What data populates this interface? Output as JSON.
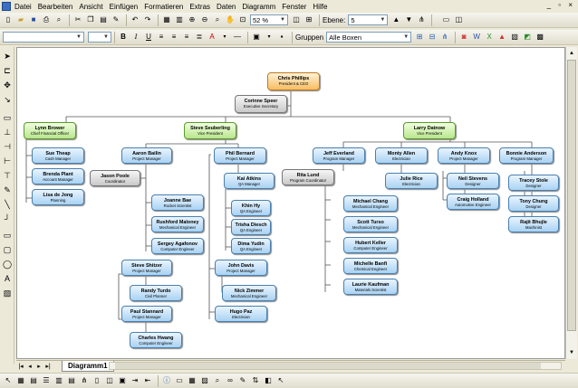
{
  "menu": [
    "Datei",
    "Bearbeiten",
    "Ansicht",
    "Einfügen",
    "Formatieren",
    "Extras",
    "Daten",
    "Diagramm",
    "Fenster",
    "Hilfe"
  ],
  "toolbar": {
    "zoom": "52 %",
    "level_label": "Ebene:",
    "level_value": "5",
    "groups_label": "Gruppen",
    "groups_value": "Alle Boxen"
  },
  "tabs": {
    "active": "Diagramm1"
  },
  "org": {
    "ceo": {
      "name": "Chris Phillips",
      "title": "President & CEO"
    },
    "secretary": {
      "name": "Corinne Speer",
      "title": "Executive Secretary"
    },
    "vps": [
      {
        "name": "Lynn Brower",
        "title": "Chief Financial Officer"
      },
      {
        "name": "Steve Seuberling",
        "title": "Vice President"
      },
      {
        "name": "Larry Datnow",
        "title": "Vice President"
      }
    ],
    "lynn_reports": [
      {
        "name": "Sue Theap",
        "title": "Cash Manager"
      },
      {
        "name": "Brenda Plant",
        "title": "Account Manager"
      },
      {
        "name": "Lisa de Jong",
        "title": "Planning"
      }
    ],
    "aaron": {
      "name": "Aaron Bailin",
      "title": "Project Manager"
    },
    "jason": {
      "name": "Jason Poole",
      "title": "Coordinator"
    },
    "aaron_reports": [
      {
        "name": "Joanne Bae",
        "title": "Rocket Scientist"
      },
      {
        "name": "Rushford Maloney",
        "title": "Mechanical Engineer"
      },
      {
        "name": "Sergey Agafonov",
        "title": "Computer Engineer"
      }
    ],
    "phil": {
      "name": "Phil Bernard",
      "title": "Project Manager"
    },
    "kai": {
      "name": "Kai Atkins",
      "title": "QA Manager"
    },
    "kai_reports": [
      {
        "name": "Khin Hy",
        "title": "QA Engineer"
      },
      {
        "name": "Trisha Diesch",
        "title": "QA Engineer"
      },
      {
        "name": "Dima Yudin",
        "title": "QA Engineer"
      }
    ],
    "steve_s": {
      "name": "Steve Shitzer",
      "title": "Project Manager"
    },
    "randy": {
      "name": "Randy Turdo",
      "title": "Civil Planner"
    },
    "paul": {
      "name": "Paul Stannard",
      "title": "Project Manager"
    },
    "charles": {
      "name": "Charles Hwang",
      "title": "Computer Engineer"
    },
    "john": {
      "name": "John Davis",
      "title": "Project Manager"
    },
    "nick": {
      "name": "Nick Zimmer",
      "title": "Mechanical Engineer"
    },
    "hugo": {
      "name": "Hugo Paz",
      "title": "Electrician"
    },
    "jeff": {
      "name": "Jeff Everland",
      "title": "Program Manager"
    },
    "rita": {
      "name": "Rita Lund",
      "title": "Program Coordinator"
    },
    "jeff_reports": [
      {
        "name": "Michael Chang",
        "title": "Mechanical Engineer"
      },
      {
        "name": "Scott Turso",
        "title": "Mechanical Engineer"
      },
      {
        "name": "Hubert Keller",
        "title": "Computer Engineer"
      },
      {
        "name": "Michelle Banfi",
        "title": "Chemical Engineer"
      },
      {
        "name": "Laurie Kaufman",
        "title": "Materials Scientist"
      }
    ],
    "monty": {
      "name": "Monty Allen",
      "title": "Electrician"
    },
    "julie": {
      "name": "Julie Rice",
      "title": "Electrician"
    },
    "andy": {
      "name": "Andy Knox",
      "title": "Project Manager"
    },
    "andy_reports": [
      {
        "name": "Neil Stevens",
        "title": "Designer"
      },
      {
        "name": "Craig Holland",
        "title": "Automotive Engineer"
      }
    ],
    "bonnie": {
      "name": "Bonnie Anderson",
      "title": "Program Manager"
    },
    "bonnie_reports": [
      {
        "name": "Tracey Stole",
        "title": "Designer"
      },
      {
        "name": "Tony Chung",
        "title": "Designer"
      },
      {
        "name": "Rajit Bhujle",
        "title": "Machinist"
      }
    ]
  }
}
